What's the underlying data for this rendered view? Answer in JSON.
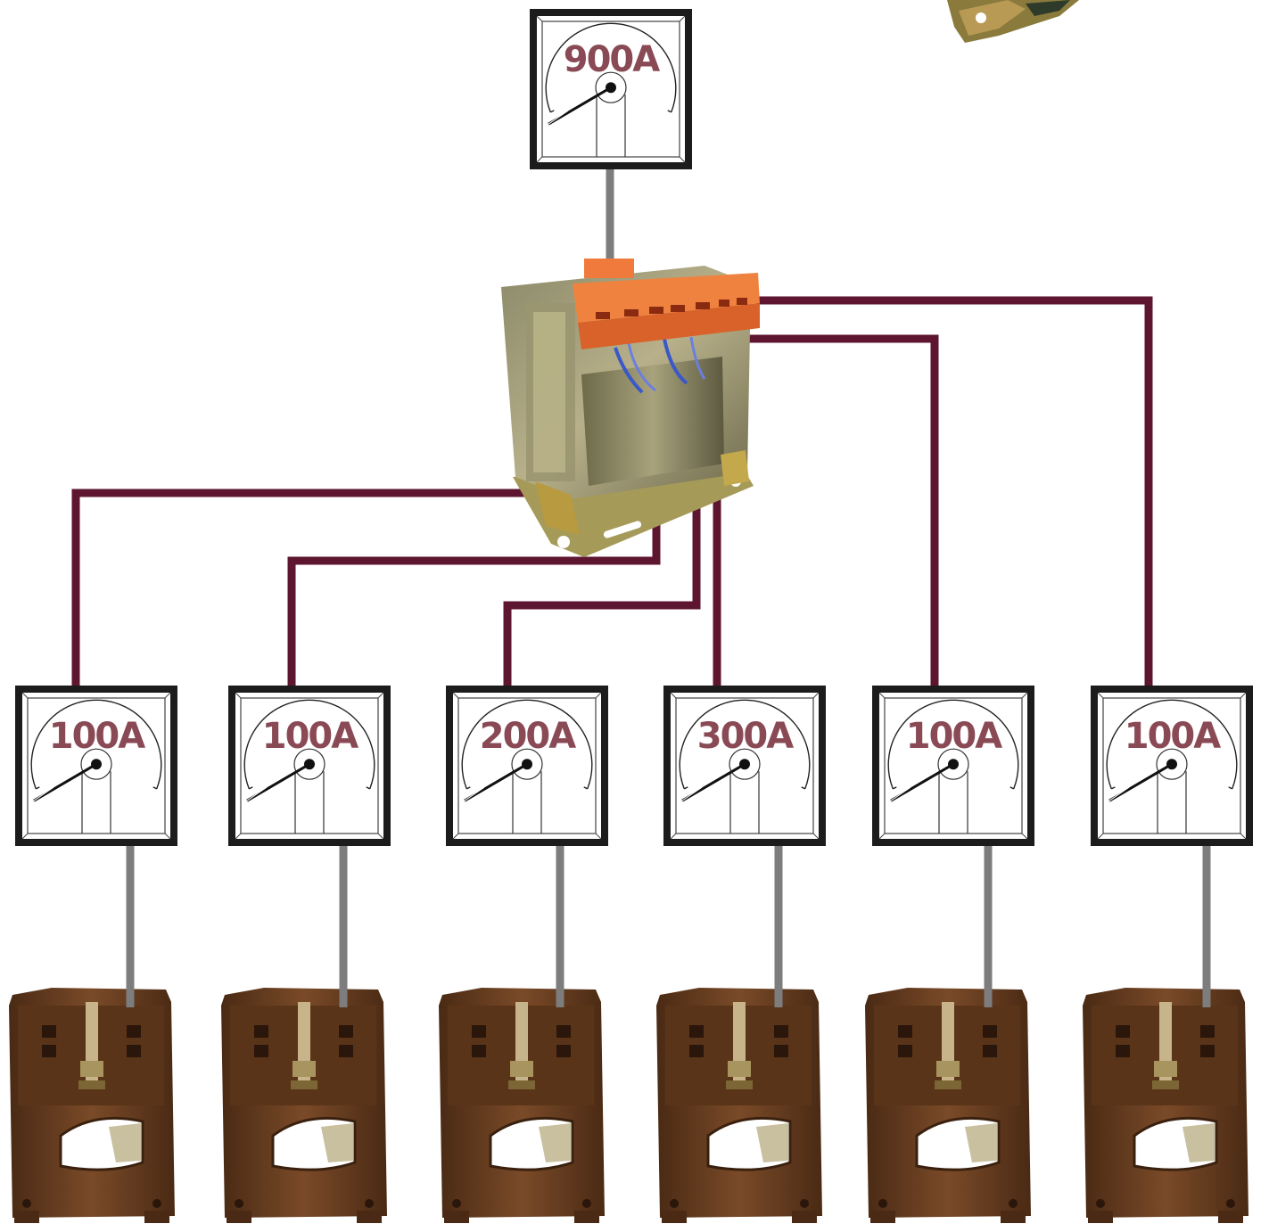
{
  "colors": {
    "background": "#ffffff",
    "wire_secondary": "#5e1630",
    "wire_primary": "#7d7d7d",
    "meter_frame": "#1c1c1c",
    "meter_label": "#8a4a55",
    "transformer_terminal": "#f07a3c",
    "ct_body": "#6b4023"
  },
  "main_meter": {
    "label": "900A",
    "icon": "ammeter-icon"
  },
  "transformer": {
    "icon": "summation-transformer-icon"
  },
  "branch_meters": [
    {
      "label": "100A",
      "icon": "ammeter-icon"
    },
    {
      "label": "100A",
      "icon": "ammeter-icon"
    },
    {
      "label": "200A",
      "icon": "ammeter-icon"
    },
    {
      "label": "300A",
      "icon": "ammeter-icon"
    },
    {
      "label": "100A",
      "icon": "ammeter-icon"
    },
    {
      "label": "100A",
      "icon": "ammeter-icon"
    }
  ],
  "current_transformers": [
    {
      "icon": "current-transformer-icon"
    },
    {
      "icon": "current-transformer-icon"
    },
    {
      "icon": "current-transformer-icon"
    },
    {
      "icon": "current-transformer-icon"
    },
    {
      "icon": "current-transformer-icon"
    },
    {
      "icon": "current-transformer-icon"
    }
  ]
}
